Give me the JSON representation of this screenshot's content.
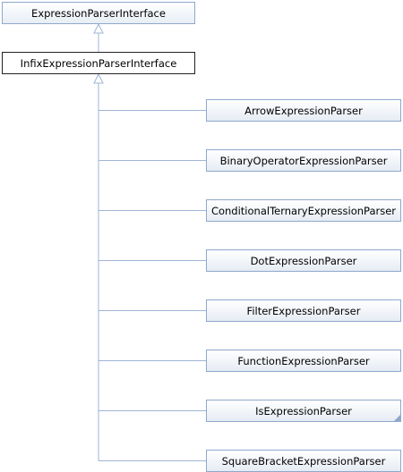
{
  "diagram": {
    "base": {
      "label": "ExpressionParserInterface"
    },
    "interface": {
      "label": "InfixExpressionParserInterface"
    },
    "implementations": [
      {
        "label": "ArrowExpressionParser",
        "has_more": false
      },
      {
        "label": "BinaryOperatorExpressionParser",
        "has_more": false
      },
      {
        "label": "ConditionalTernaryExpressionParser",
        "has_more": false
      },
      {
        "label": "DotExpressionParser",
        "has_more": false
      },
      {
        "label": "FilterExpressionParser",
        "has_more": false
      },
      {
        "label": "FunctionExpressionParser",
        "has_more": false
      },
      {
        "label": "IsExpressionParser",
        "has_more": true
      },
      {
        "label": "SquareBracketExpressionParser",
        "has_more": false
      }
    ],
    "colors": {
      "edge": "#9fb4d6",
      "box_border": "#8ea8cc",
      "focus_border": "#222222"
    }
  }
}
